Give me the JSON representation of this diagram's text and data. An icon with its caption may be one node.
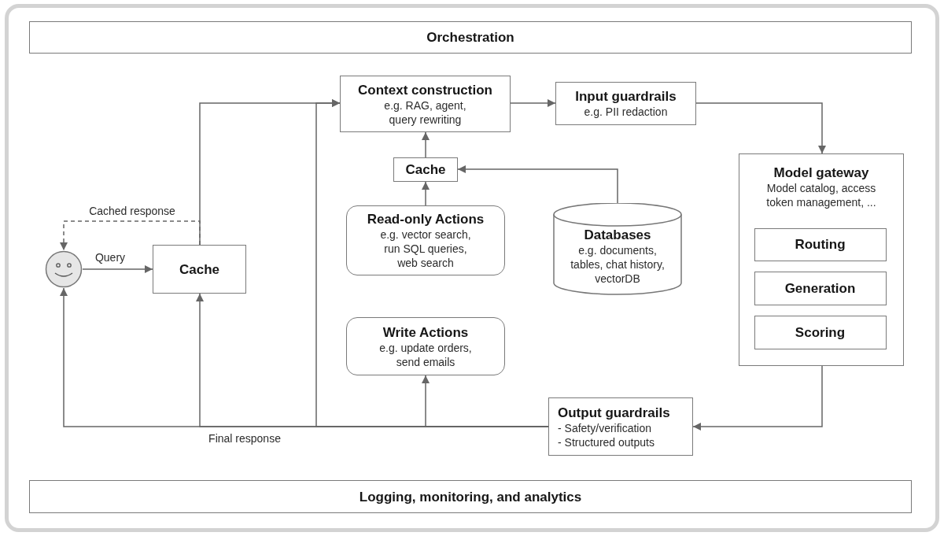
{
  "diagram": {
    "nodes": [
      {
        "text": [
          "Orchestration"
        ]
      },
      {
        "text": [
          "Context construction",
          "e.g. RAG, agent, query rewriting"
        ]
      },
      {
        "text": [
          "Input guardrails",
          "e.g. PII redaction"
        ]
      },
      {
        "text": [
          "Cache"
        ]
      },
      {
        "text": [
          "Model gateway",
          "Model catalog, access token management, ..."
        ]
      },
      {
        "text": [
          "Routing"
        ],
        "in": 4
      },
      {
        "text": [
          "Generation"
        ],
        "in": 4
      },
      {
        "text": [
          "Scoring"
        ],
        "in": 4
      },
      {
        "text": [
          "Read-only Actions",
          "e.g. vector search, run SQL queries, web search"
        ]
      },
      {
        "text": [
          "Databases",
          "e.g. documents, tables, chat history, vectorDB"
        ]
      },
      {
        "text": [],
        "shape": "person"
      },
      {
        "text": [
          "Cache"
        ]
      },
      {
        "text": [
          "Write Actions",
          "e.g. update orders, send emails"
        ]
      },
      {
        "text": [
          "Output guardrails",
          "- Safety/verification",
          "- Structured outputs"
        ]
      },
      {
        "text": [
          "Logging, monitoring, and analytics"
        ]
      }
    ],
    "edges": [
      {
        "from": 10,
        "to": 11,
        "arrow": "to",
        "label": "Query"
      },
      {
        "from": 11,
        "to": 1,
        "arrow": "to"
      },
      {
        "from": 11,
        "to": 10,
        "arrow": "to",
        "label": "Cached response",
        "style": "dashed"
      },
      {
        "from": 1,
        "to": 2,
        "arrow": "to"
      },
      {
        "from": 2,
        "to": 4,
        "arrow": "to"
      },
      {
        "from": 3,
        "to": 1,
        "arrow": "to"
      },
      {
        "from": 8,
        "to": 3,
        "arrow": "to"
      },
      {
        "from": 9,
        "to": 3,
        "arrow": "to"
      },
      {
        "from": 4,
        "to": 13,
        "arrow": "to"
      },
      {
        "from": 13,
        "to": 12,
        "arrow": "to"
      },
      {
        "from": 13,
        "to": 10,
        "arrow": "to",
        "label": "Final response"
      },
      {
        "from": 13,
        "to": 11,
        "arrow": "to"
      },
      {
        "from": 13,
        "to": 1,
        "arrow": "to"
      }
    ]
  }
}
